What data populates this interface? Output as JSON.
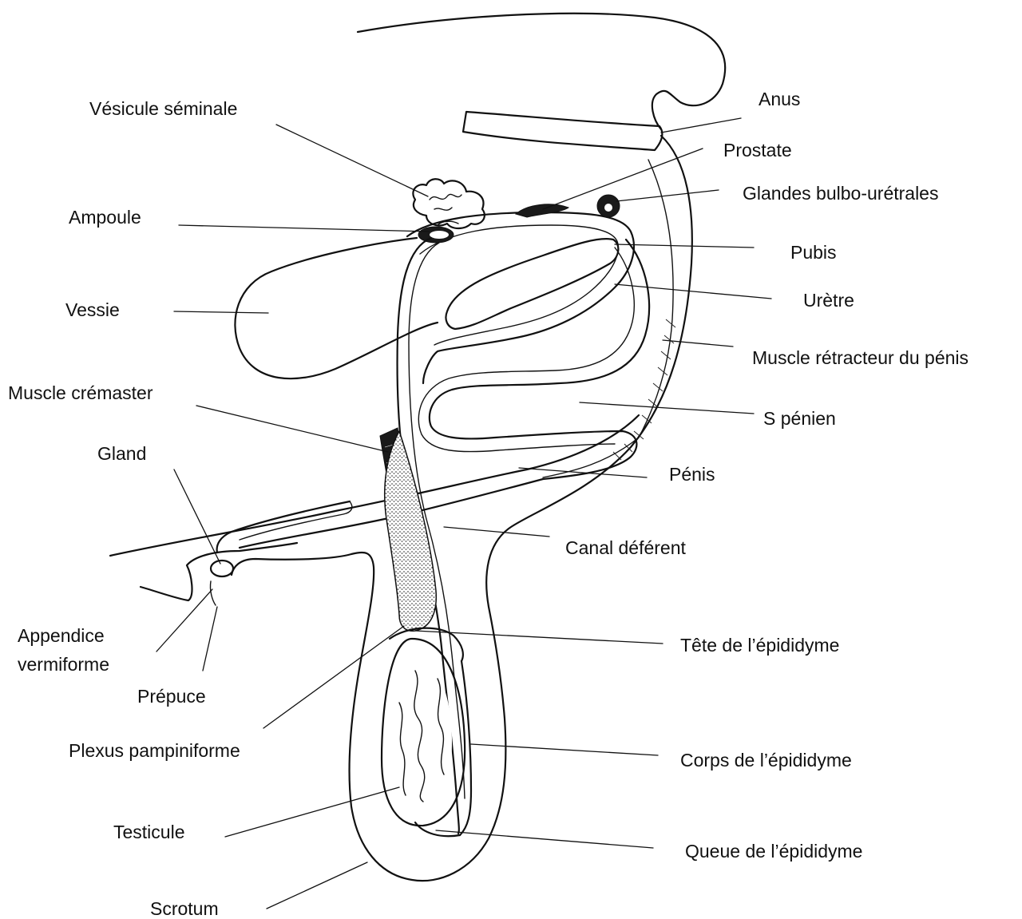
{
  "labels": {
    "anus": "Anus",
    "vesicule_seminale": "Vésicule séminale",
    "prostate": "Prostate",
    "glandes_bulbo_uretrales": "Glandes bulbo-urétrales",
    "ampoule": "Ampoule",
    "pubis": "Pubis",
    "vessie": "Vessie",
    "uretre": "Urètre",
    "muscle_retracteur": "Muscle rétracteur du pénis",
    "muscle_cremaster": "Muscle crémaster",
    "s_penien": "S pénien",
    "gland": "Gland",
    "penis": "Pénis",
    "canal_deferent": "Canal déférent",
    "appendice_line1": "Appendice",
    "appendice_line2": "vermiforme",
    "tete_epididyme": "Tête de l’épididyme",
    "prepuce": "Prépuce",
    "plexus_pampiniforme": "Plexus pampiniforme",
    "corps_epididyme": "Corps de l’épididyme",
    "testicule": "Testicule",
    "queue_epididyme": "Queue de l’épididyme",
    "scrotum": "Scrotum"
  }
}
